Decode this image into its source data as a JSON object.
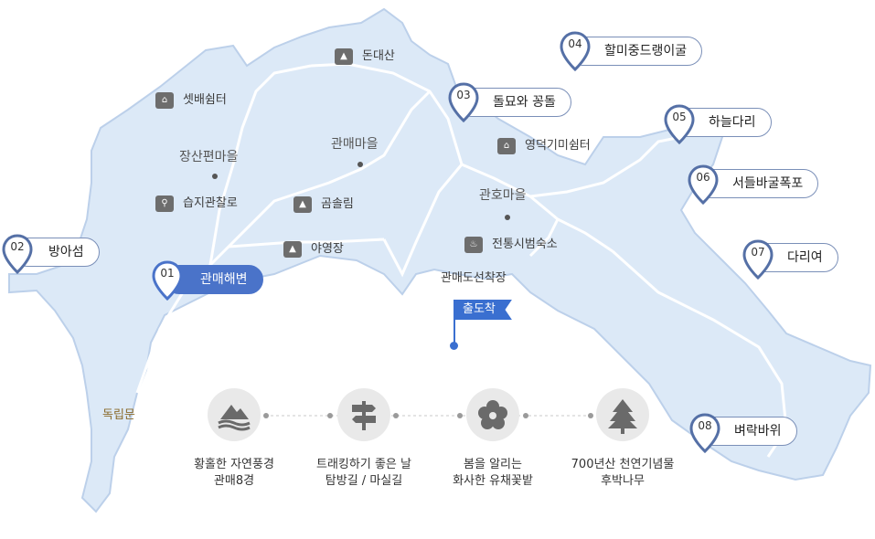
{
  "colors": {
    "land": "#dce9f7",
    "shore": "#bcd0ea",
    "path": "#ffffff",
    "pin": "#5570a6",
    "pin_active": "#4a73c9",
    "icon": "#6d6d6d",
    "gate": "#8a6a2a"
  },
  "villages": {
    "jangsan": "장산편마을",
    "gwanmae": "관매마을",
    "gwanho": "관호마을"
  },
  "facilities": {
    "dondaesan": "돈대산",
    "setbae": "셋배쉼터",
    "wetland": "습지관찰로",
    "gomsolim": "곰솔림",
    "campsite": "야영장",
    "yeongdeok": "영덕기미쉼터",
    "hanok_stay": "전통시범숙소",
    "port": "관매도선착장",
    "gate": "독립문"
  },
  "flag_label": "출도착",
  "spots": [
    {
      "num": "01",
      "label": "관매해변",
      "active": true
    },
    {
      "num": "02",
      "label": "방아섬",
      "active": false
    },
    {
      "num": "03",
      "label": "돌묘와 꽁돌",
      "active": false
    },
    {
      "num": "04",
      "label": "할미중드랭이굴",
      "active": false
    },
    {
      "num": "05",
      "label": "하늘다리",
      "active": false
    },
    {
      "num": "06",
      "label": "서들바굴폭포",
      "active": false
    },
    {
      "num": "07",
      "label": "다리여",
      "active": false
    },
    {
      "num": "08",
      "label": "벼락바위",
      "active": false
    }
  ],
  "features": [
    {
      "line1": "황홀한 자연풍경",
      "line2": "관매8경",
      "icon": "mountain-wave-icon"
    },
    {
      "line1": "트래킹하기 좋은 날",
      "line2": "탐방길 / 마실길",
      "icon": "signpost-icon"
    },
    {
      "line1": "봄을 알리는",
      "line2": "화사한 유채꽃밭",
      "icon": "flower-icon"
    },
    {
      "line1": "700년산 천연기념물",
      "line2": "후박나무",
      "icon": "tree-icon"
    }
  ]
}
